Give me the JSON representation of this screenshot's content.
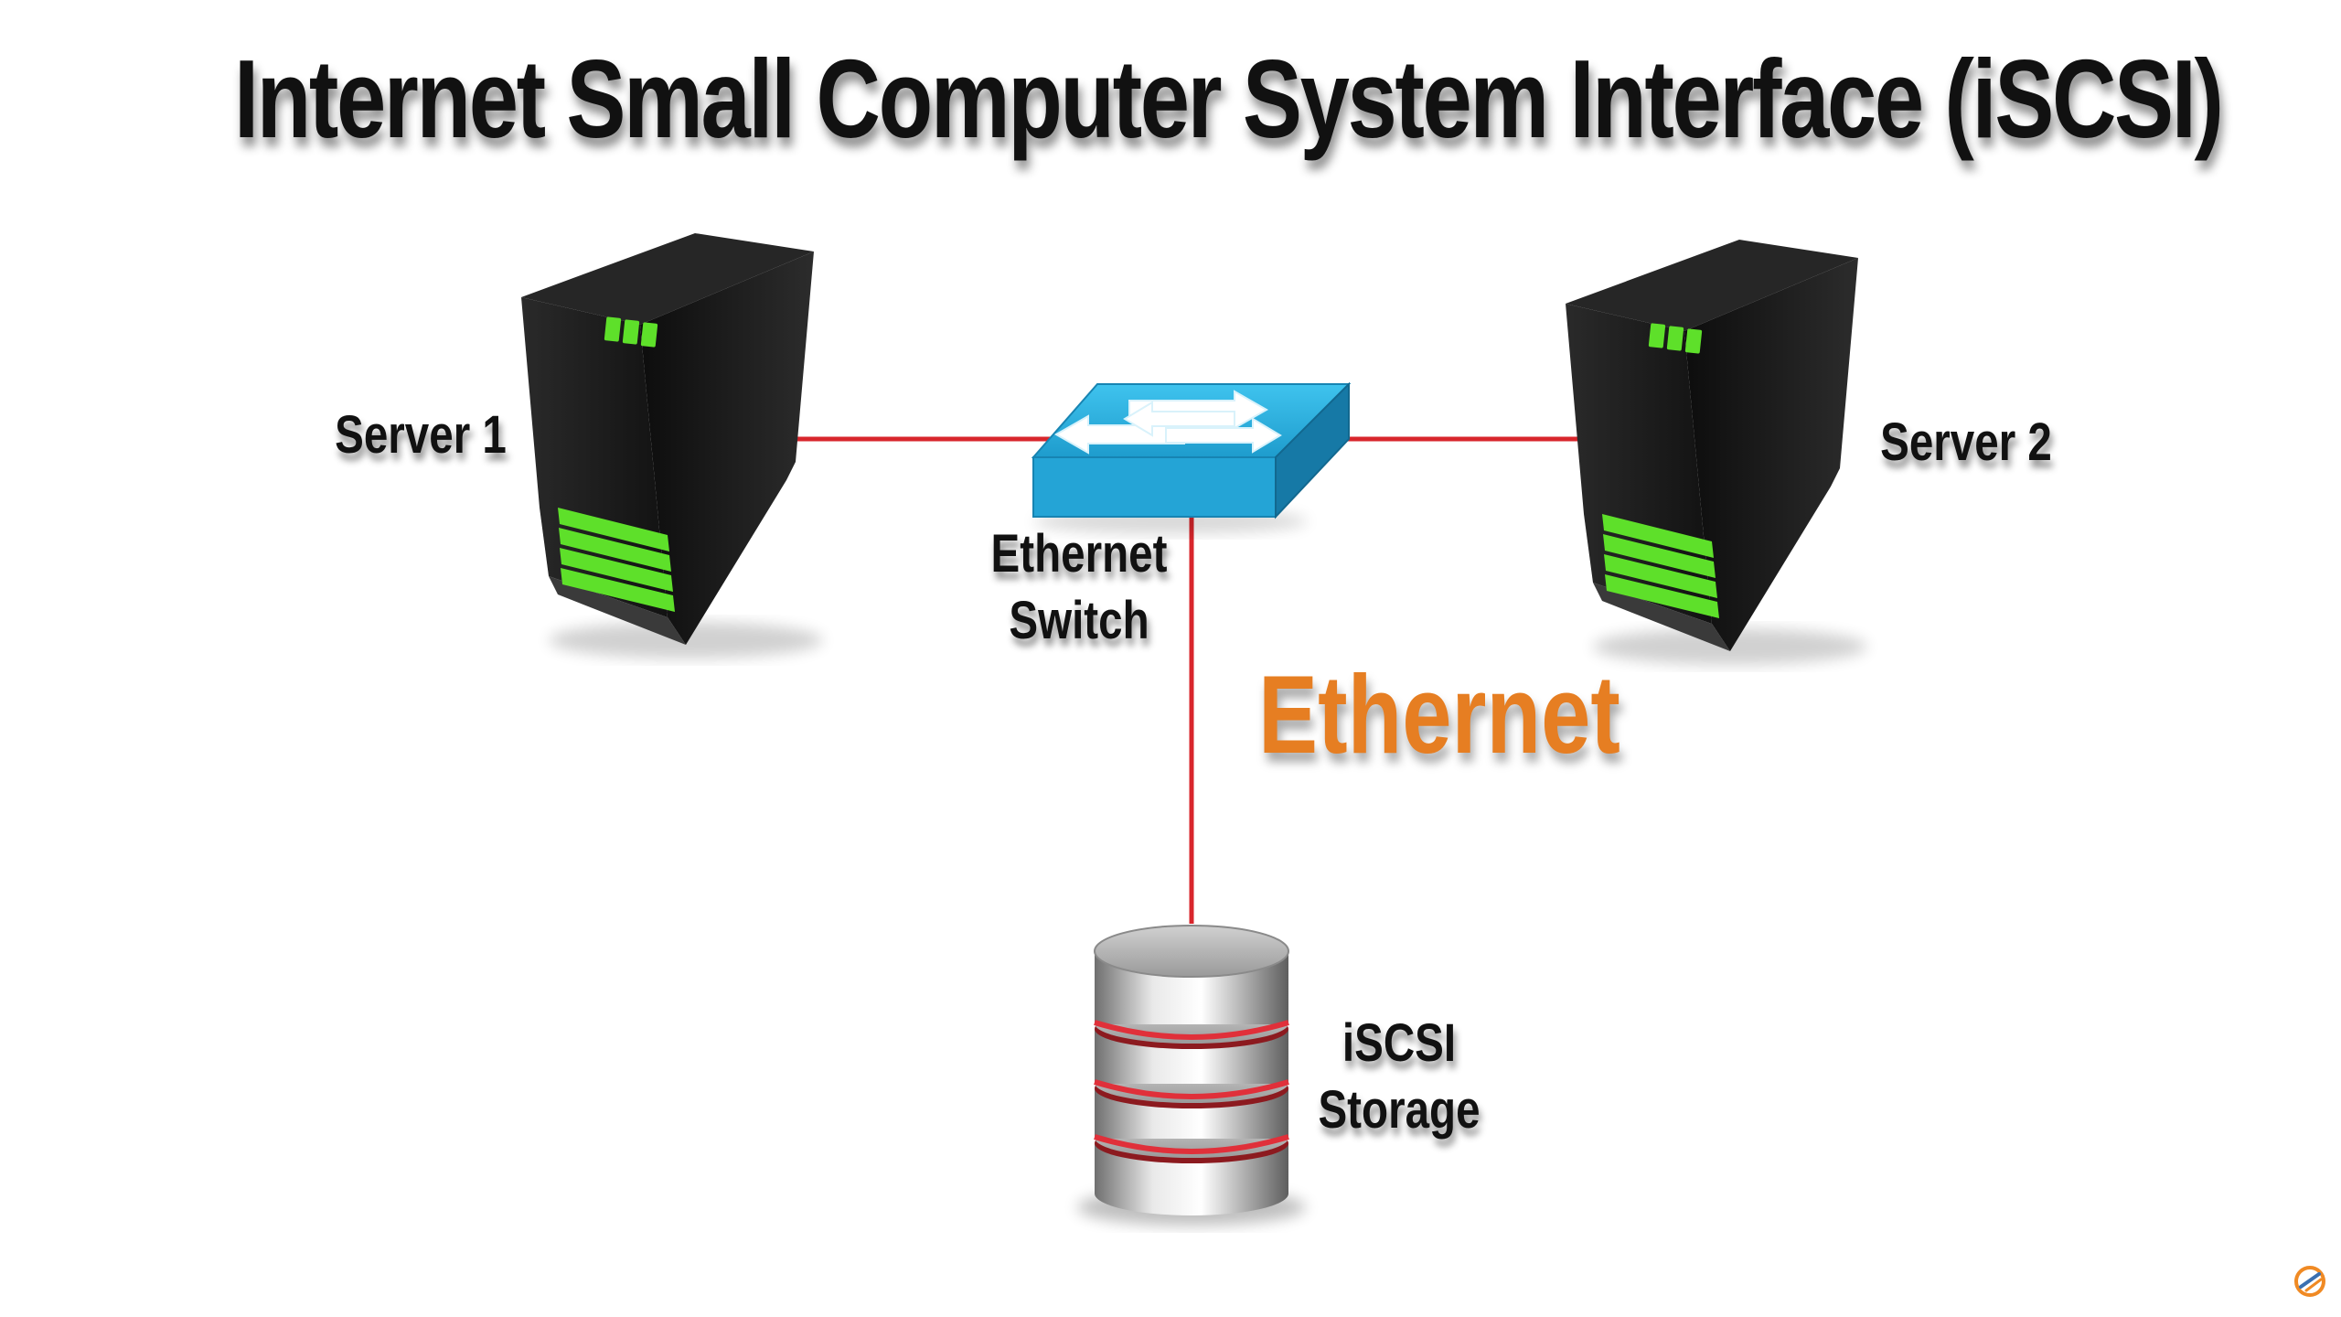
{
  "title": "Internet Small Computer System Interface (iSCSI)",
  "nodes": {
    "server1": {
      "label": "Server 1",
      "icon": "server-tower-icon"
    },
    "server2": {
      "label": "Server 2",
      "icon": "server-tower-icon"
    },
    "switch": {
      "label_line1": "Ethernet",
      "label_line2": "Switch",
      "icon": "network-switch-icon"
    },
    "storage": {
      "label_line1": "iSCSI",
      "label_line2": "Storage",
      "icon": "database-storage-icon"
    }
  },
  "connection_label": "Ethernet",
  "colors": {
    "link": "#d8262c",
    "highlight": "#e67e22",
    "switch": "#2aa8d8",
    "server": "#1a1a1a",
    "server_led": "#5ee02a"
  },
  "edges": [
    {
      "from": "server1",
      "to": "switch"
    },
    {
      "from": "switch",
      "to": "server2"
    },
    {
      "from": "switch",
      "to": "storage"
    }
  ],
  "watermark_icon": "brand-logo-icon"
}
